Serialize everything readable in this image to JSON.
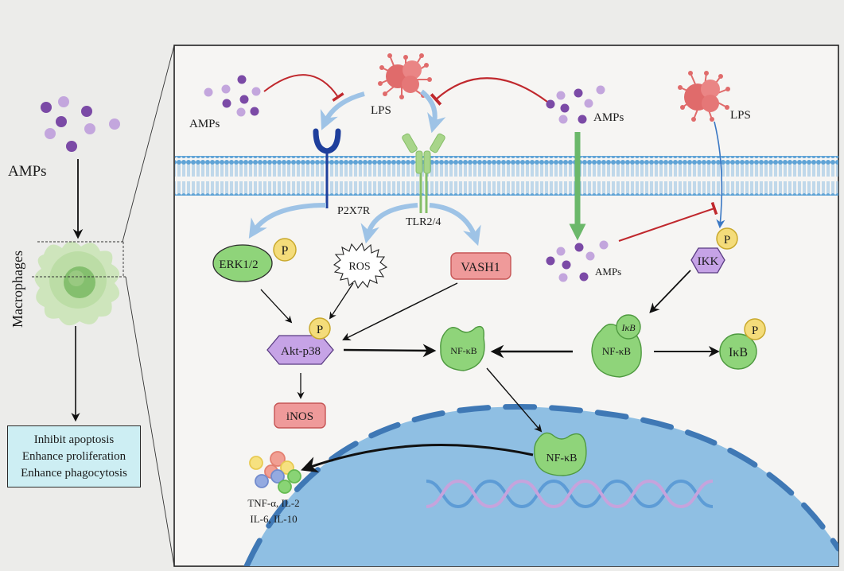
{
  "overview": {
    "amps_label": "AMPs",
    "cell_label": "Macrophages",
    "outcomes": [
      "Inhibit apoptosis",
      "Enhance proliferation",
      "Enhance phagocytosis"
    ]
  },
  "extracellular": {
    "amps_left": "AMPs",
    "lps_left": "LPS",
    "amps_right": "AMPs",
    "lps_right": "LPS"
  },
  "receptors": {
    "p2x7r": "P2X7R",
    "tlr": "TLR2/4"
  },
  "cytoplasm": {
    "erk": "ERK1/2",
    "ros": "ROS",
    "vash1": "VASH1",
    "akt": "Akt-p38",
    "inos": "iNOS",
    "nfkb": "NF-κB",
    "amps_internal": "AMPs",
    "ikk": "IKK",
    "complex_nfkb": "NF-κB",
    "complex_ikb": "IκB",
    "ikb_p": "IκB",
    "phospho": "P"
  },
  "nucleus": {
    "nfkb": "NF-κB",
    "cytokines_line1": "TNF-α, IL-2",
    "cytokines_line2": "IL-6, IL-10"
  },
  "colors": {
    "amps_dark": "#7b4aa6",
    "amps_light": "#c3a6dd",
    "lps": "#e06b6b",
    "activation_arrow": "#9ec3e6",
    "inhibition": "#c0282d",
    "membrane": "#5fa3d6",
    "nucleus": "#8fbfe3",
    "nfkb_green": "#8fd47a",
    "phospho_yellow": "#f4dc7a",
    "kinase_purple": "#c6a3e6",
    "box_red": "#ef9a9a"
  }
}
